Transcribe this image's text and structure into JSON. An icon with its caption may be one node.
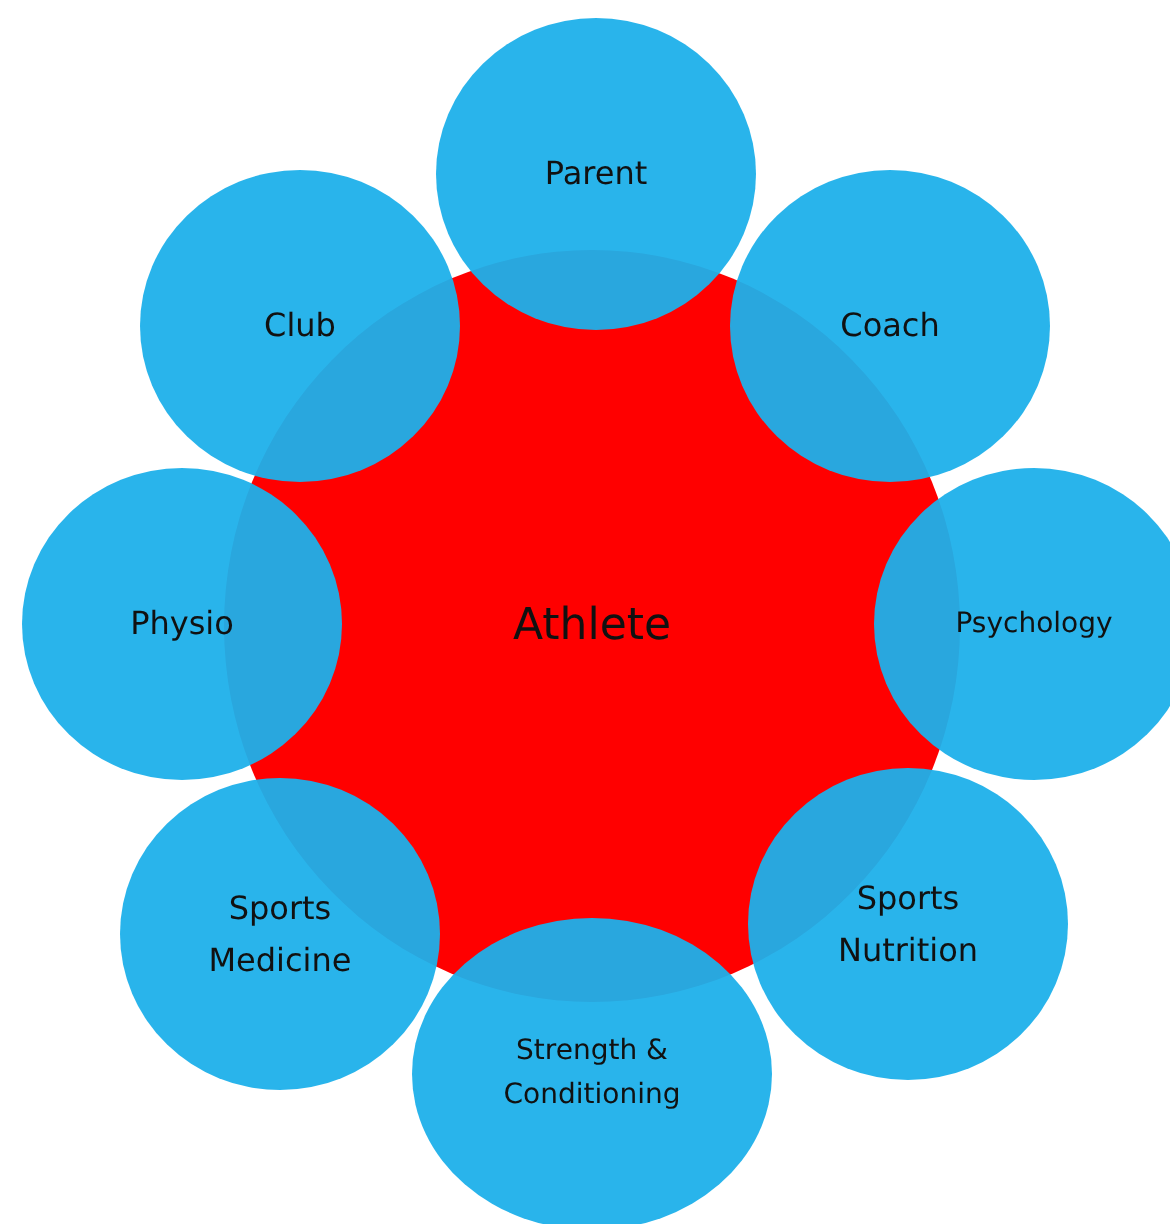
{
  "diagram": {
    "nodes": [
      {
        "text": [
          "Athlete"
        ]
      },
      {
        "text": [
          "Parent"
        ]
      },
      {
        "text": [
          "Coach"
        ]
      },
      {
        "text": [
          "Psychology"
        ]
      },
      {
        "text": [
          "Sports Nutrition"
        ]
      },
      {
        "text": [
          "Strength & Conditioning"
        ]
      },
      {
        "text": [
          "Sports Medicine"
        ]
      },
      {
        "text": [
          "Physio"
        ]
      },
      {
        "text": [
          "Club"
        ]
      }
    ]
  }
}
